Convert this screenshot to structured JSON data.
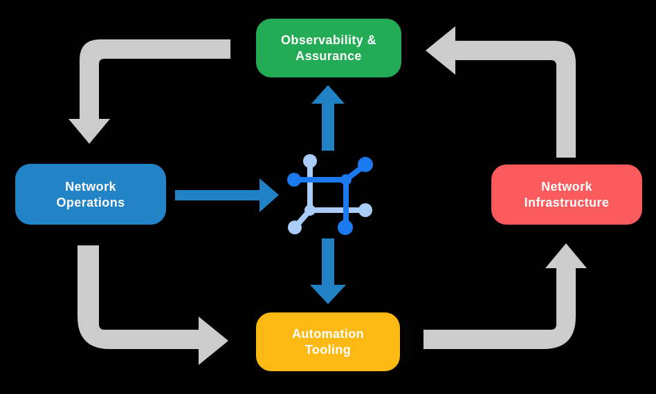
{
  "background": "#000000",
  "diagram_type": "circular-flow-diagram",
  "nodes": {
    "observability": {
      "line1": "Observability &",
      "line2": "Assurance",
      "fill": "#23AB55"
    },
    "operations": {
      "line1": "Network",
      "line2": "Operations",
      "fill": "#2283C6"
    },
    "infrastructure": {
      "line1": "Network",
      "line2": "Infrastructure",
      "fill": "#FC5B5E"
    },
    "automation": {
      "line1": "Automation",
      "line2": "Tooling",
      "fill": "#FCB913"
    }
  },
  "arrows": {
    "gray_fill": "#CCCCCC",
    "blue_fill": "#2181C5",
    "connections": [
      "Observability & Assurance -> Network Operations",
      "Network Operations -> Automation Tooling",
      "Automation Tooling -> Network Infrastructure",
      "Network Infrastructure -> Observability & Assurance",
      "Network Operations -> center icon",
      "center icon -> Observability & Assurance",
      "center icon -> Automation Tooling"
    ]
  },
  "icon": {
    "name": "network-automation-icon",
    "dark": "#1B7AF0",
    "light": "#A9CCF8"
  }
}
